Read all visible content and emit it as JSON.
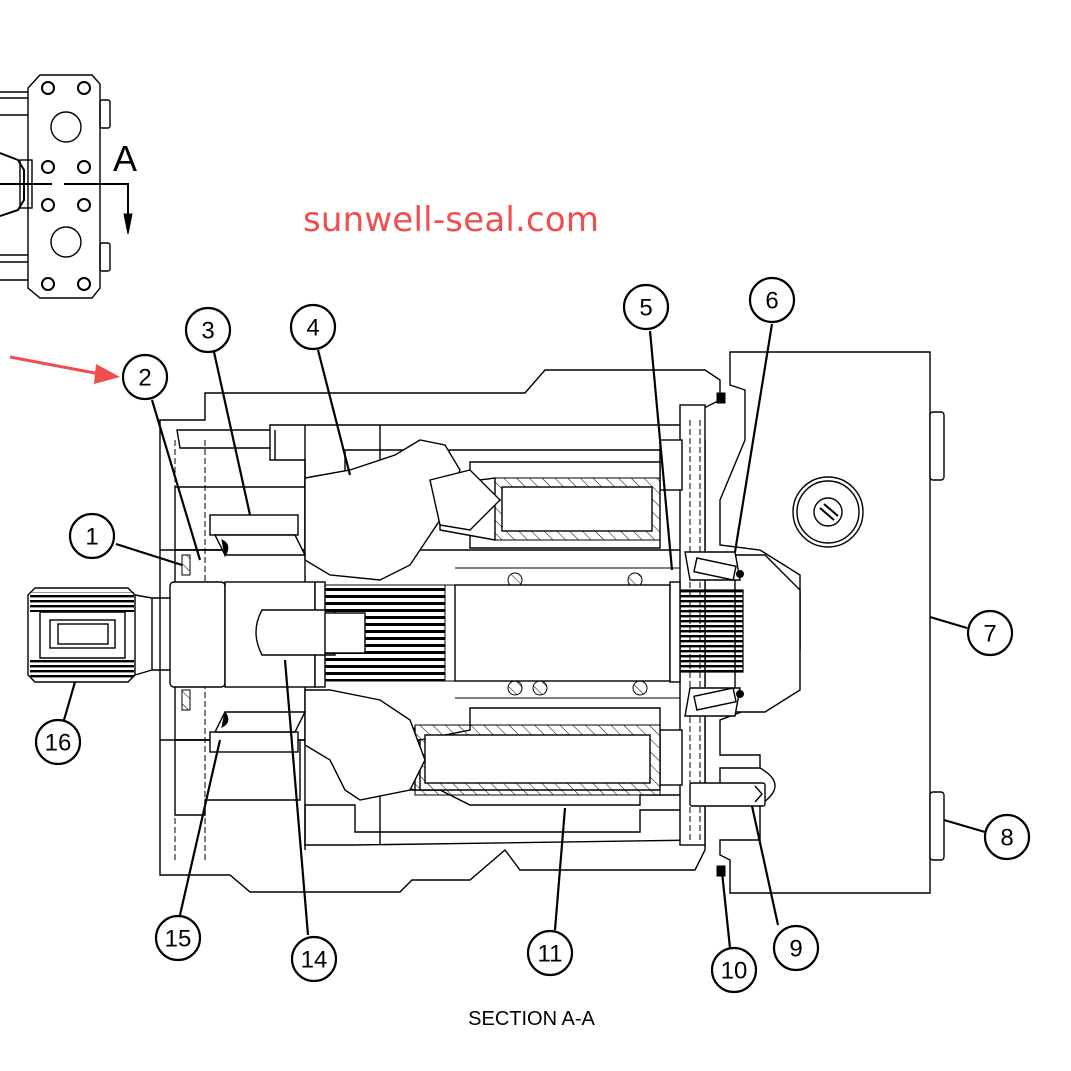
{
  "drawing": {
    "title": "SECTION A-A",
    "view_marker_letter": "A",
    "watermark": "sunwell-seal.com",
    "watermark_color": "#f04e4e",
    "pointer_arrow_color": "#f04e4e",
    "pointer_arrow_target": "2"
  },
  "callouts": [
    {
      "number": "1"
    },
    {
      "number": "2"
    },
    {
      "number": "3"
    },
    {
      "number": "4"
    },
    {
      "number": "5"
    },
    {
      "number": "6"
    },
    {
      "number": "7"
    },
    {
      "number": "8"
    },
    {
      "number": "9"
    },
    {
      "number": "10"
    },
    {
      "number": "11"
    },
    {
      "number": "14"
    },
    {
      "number": "15"
    },
    {
      "number": "16"
    }
  ]
}
